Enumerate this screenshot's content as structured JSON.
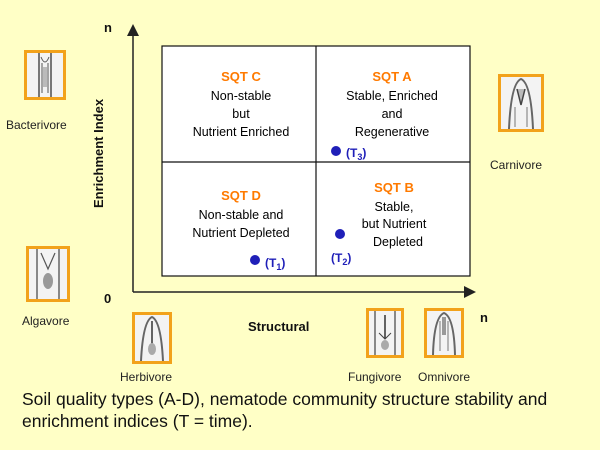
{
  "axes": {
    "y_label": "Enrichment Index",
    "x_label": "Structural",
    "y_max_label": "n",
    "x_max_label": "n",
    "origin_label": "0"
  },
  "quadrants": {
    "c": {
      "title": "SQT C",
      "lines": [
        "Non-stable",
        "but",
        "Nutrient Enriched"
      ]
    },
    "a": {
      "title": "SQT A",
      "lines": [
        "Stable, Enriched",
        "and",
        "Regenerative"
      ]
    },
    "d": {
      "title": "SQT D",
      "lines": [
        "Non-stable and",
        "Nutrient Depleted"
      ]
    },
    "b": {
      "title": "SQT B",
      "lines": [
        "Stable,",
        "but Nutrient",
        "Depleted"
      ]
    }
  },
  "points": [
    {
      "main": "T",
      "sub": "3"
    },
    {
      "main": "T",
      "sub": "2"
    },
    {
      "main": "T",
      "sub": "1"
    }
  ],
  "feeding_groups": {
    "bacterivore": "Bacterivore",
    "algavore": "Algavore",
    "carnivore": "Carnivore",
    "herbivore": "Herbivore",
    "fungivore": "Fungivore",
    "omnivore": "Omnivore"
  },
  "caption": "Soil quality types (A-D), nematode community structure stability and enrichment indices (T = time).",
  "colors": {
    "background": "#ffffc6",
    "quad_title": "#ff7a00",
    "point": "#1f1fb8",
    "thumb_border": "#f2a21b"
  }
}
